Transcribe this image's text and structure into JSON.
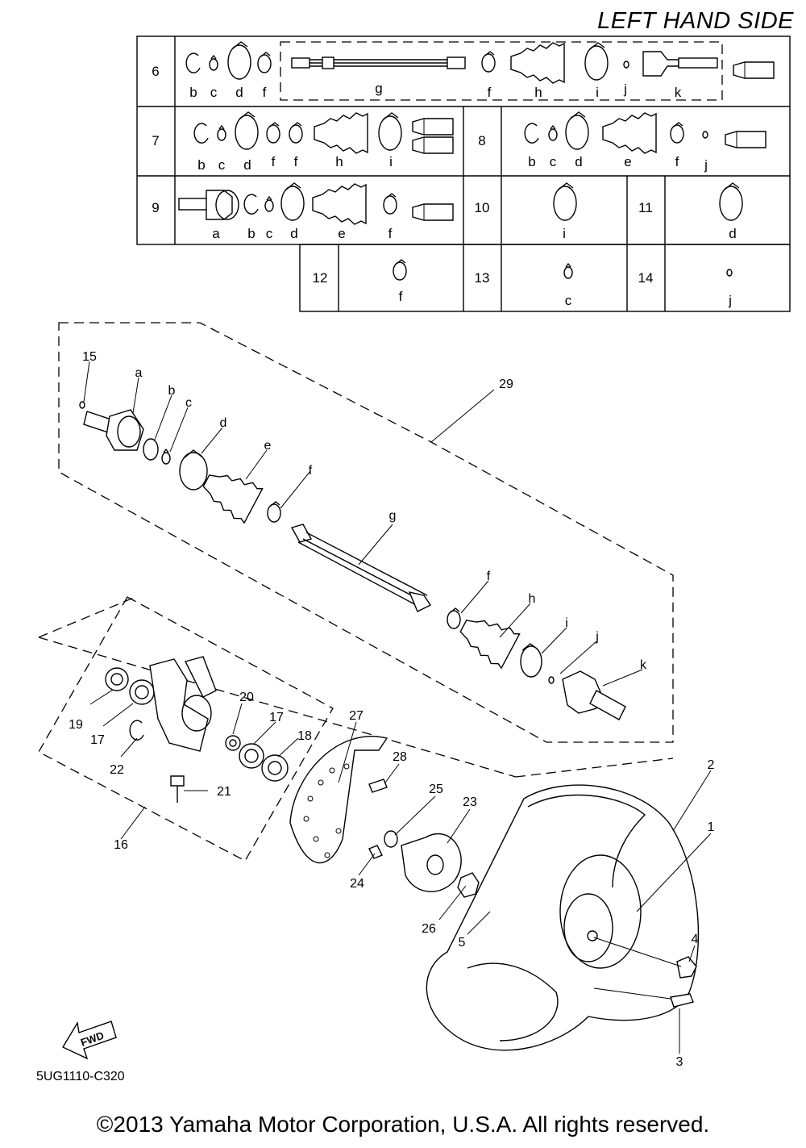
{
  "header": {
    "title": "LEFT HAND SIDE"
  },
  "table": {
    "rows": [
      {
        "no": "6",
        "letters": [
          "b",
          "c",
          "d",
          "f",
          "g",
          "f",
          "h",
          "i",
          "j",
          "k"
        ]
      },
      {
        "no": "7",
        "letters": [
          "b",
          "c",
          "d",
          "f",
          "f",
          "h",
          "i"
        ]
      },
      {
        "no": "8",
        "letters": [
          "b",
          "c",
          "d",
          "e",
          "f",
          "j"
        ]
      },
      {
        "no": "9",
        "letters": [
          "a",
          "b",
          "c",
          "d",
          "e",
          "f"
        ]
      },
      {
        "no": "10",
        "letters": [
          "i"
        ]
      },
      {
        "no": "11",
        "letters": [
          "d"
        ]
      },
      {
        "no": "12",
        "letters": [
          "f"
        ]
      },
      {
        "no": "13",
        "letters": [
          "c"
        ]
      },
      {
        "no": "14",
        "letters": [
          "j"
        ]
      }
    ]
  },
  "callouts": {
    "shaft_letters": [
      "a",
      "b",
      "c",
      "d",
      "e",
      "f",
      "g",
      "f",
      "h",
      "i",
      "j",
      "k"
    ],
    "numbers": [
      "15",
      "29",
      "19",
      "17",
      "22",
      "20",
      "17",
      "18",
      "21",
      "16",
      "27",
      "28",
      "25",
      "23",
      "24",
      "26",
      "5",
      "2",
      "1",
      "4",
      "3"
    ]
  },
  "fwd_label": "FWD",
  "footer": {
    "code": "5UG1110-C320",
    "copyright": "©2013 Yamaha Motor Corporation, U.S.A. All rights reserved."
  }
}
